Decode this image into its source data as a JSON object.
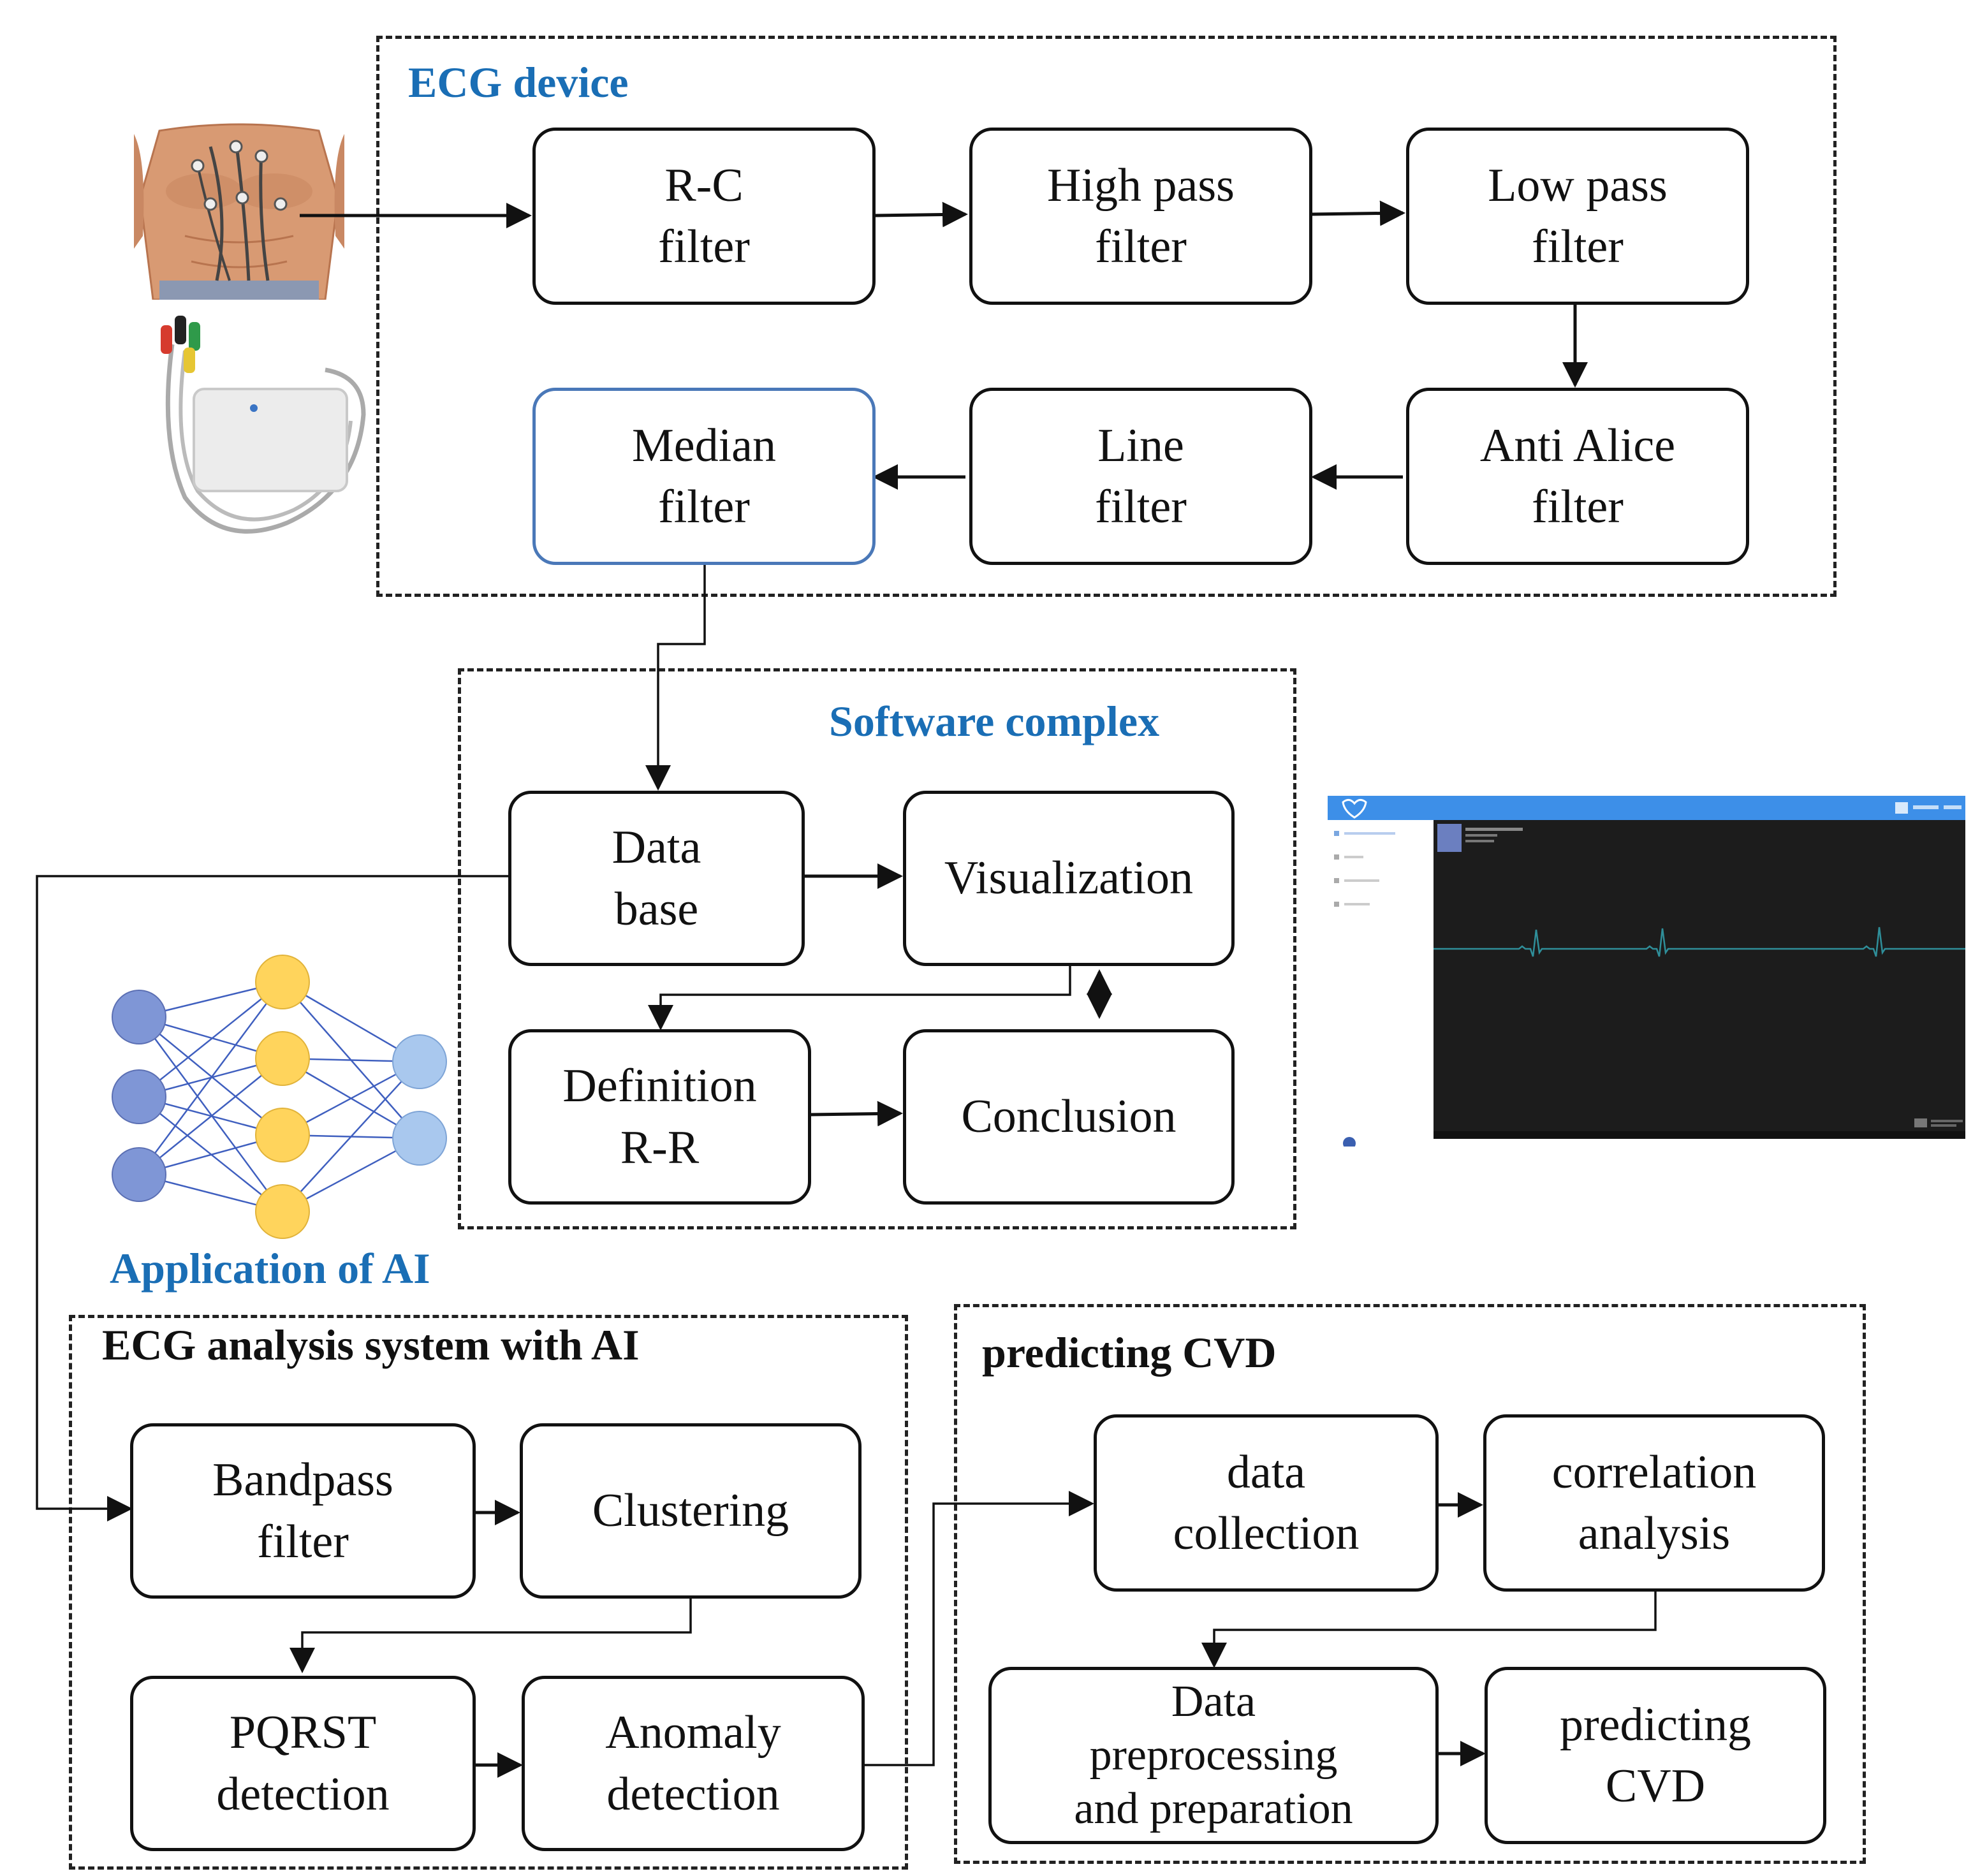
{
  "colors": {
    "accent": "#1a6eb5",
    "line": "#111111",
    "median_border": "#4a78b8",
    "node_blue": "#7f96d6",
    "node_yellow": "#ffd45c",
    "node_lightblue": "#a9c8ee",
    "app_blue": "#3d8fe8",
    "app_dark": "#1c1c1c",
    "ecg_trace": "#2f8f9a"
  },
  "groups": {
    "ecg_device": {
      "title": "ECG device"
    },
    "software_complex": {
      "title": "Software complex"
    },
    "ai": {
      "title": "Application of AI"
    },
    "analysis": {
      "title": "ECG analysis system with AI"
    },
    "cvd": {
      "title": "predicting CVD"
    }
  },
  "boxes": {
    "rc_filter": "R-C\nfilter",
    "high_pass": "High pass\nfilter",
    "low_pass": "Low pass\nfilter",
    "median": "Median\nfilter",
    "line_filter": "Line\nfilter",
    "anti_alice": "Anti Alice\nfilter",
    "database": "Data\nbase",
    "visualization": "Visualization",
    "definition_rr": "Definition\nR-R",
    "conclusion": "Conclusion",
    "bandpass": "Bandpass\nfilter",
    "clustering": "Clustering",
    "pqrst": "PQRST\ndetection",
    "anomaly": "Anomaly\ndetection",
    "data_collection": "data\ncollection",
    "correlation": "correlation\nanalysis",
    "preprocessing": "Data\npreprocessing\nand preparation",
    "predicting": "predicting\nCVD"
  },
  "images": {
    "torso": "torso-with-electrodes-illustration",
    "device": "ecg-recorder-device-illustration",
    "network": "neural-network-icon",
    "app": "ecg-software-screenshot"
  }
}
